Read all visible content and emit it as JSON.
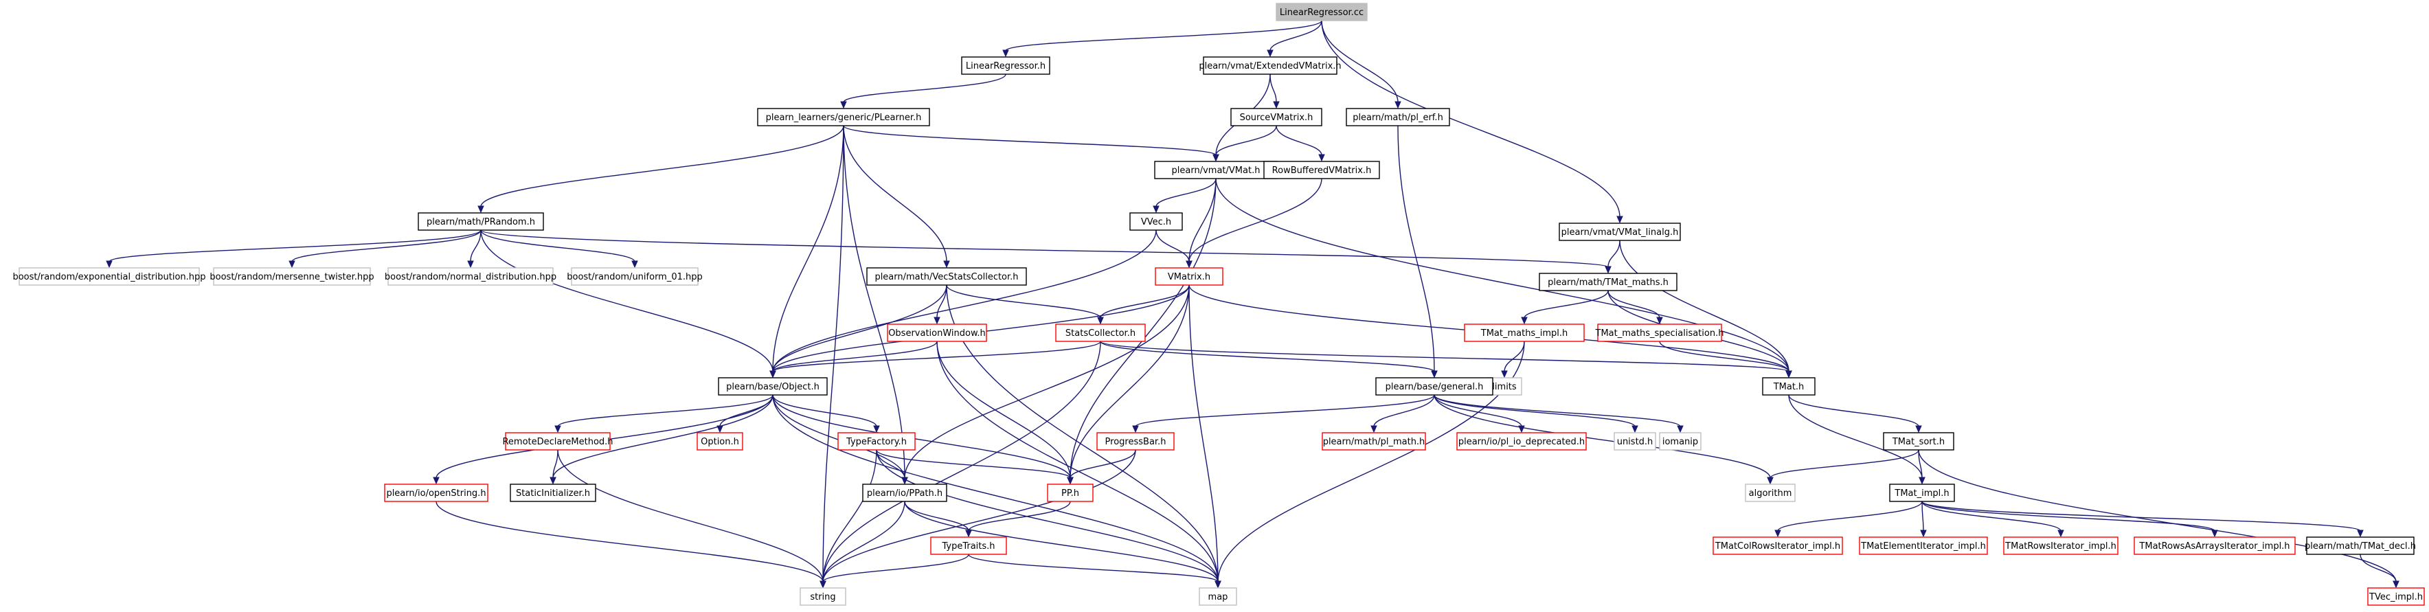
{
  "graph": {
    "colors": {
      "root": "#bfbfbf",
      "normal": "#000000",
      "linked": "#ff0000",
      "external": "#bfbfbf",
      "edge": "#191970"
    },
    "nodes": [
      {
        "id": "n0",
        "label": "LinearRegressor.cc",
        "kind": "root"
      },
      {
        "id": "n1",
        "label": "LinearRegressor.h",
        "kind": "normal"
      },
      {
        "id": "n2",
        "label": "plearn/vmat/ExtendedVMatrix.h",
        "kind": "normal"
      },
      {
        "id": "n3",
        "label": "plearn/math/pl_erf.h",
        "kind": "normal"
      },
      {
        "id": "n4",
        "label": "plearn/vmat/VMat_linalg.h",
        "kind": "normal"
      },
      {
        "id": "n5",
        "label": "plearn_learners/generic/PLearner.h",
        "kind": "normal"
      },
      {
        "id": "n6",
        "label": "SourceVMatrix.h",
        "kind": "normal"
      },
      {
        "id": "n7",
        "label": "plearn/vmat/VMat.h",
        "kind": "normal"
      },
      {
        "id": "n8",
        "label": "RowBufferedVMatrix.h",
        "kind": "normal"
      },
      {
        "id": "n9",
        "label": "plearn/math/PRandom.h",
        "kind": "normal"
      },
      {
        "id": "n10",
        "label": "VVec.h",
        "kind": "normal"
      },
      {
        "id": "n11",
        "label": "boost/random/exponential_distribution.hpp",
        "kind": "external"
      },
      {
        "id": "n12",
        "label": "boost/random/mersenne_twister.hpp",
        "kind": "external"
      },
      {
        "id": "n13",
        "label": "boost/random/normal_distribution.hpp",
        "kind": "external"
      },
      {
        "id": "n14",
        "label": "boost/random/uniform_01.hpp",
        "kind": "external"
      },
      {
        "id": "n15",
        "label": "plearn/math/VecStatsCollector.h",
        "kind": "normal"
      },
      {
        "id": "n16",
        "label": "VMatrix.h",
        "kind": "linked"
      },
      {
        "id": "n17",
        "label": "plearn/math/TMat_maths.h",
        "kind": "normal"
      },
      {
        "id": "n18",
        "label": "ObservationWindow.h",
        "kind": "linked"
      },
      {
        "id": "n19",
        "label": "StatsCollector.h",
        "kind": "linked"
      },
      {
        "id": "n20",
        "label": "TMat_maths_impl.h",
        "kind": "linked"
      },
      {
        "id": "n21",
        "label": "TMat_maths_specialisation.h",
        "kind": "linked"
      },
      {
        "id": "n22",
        "label": "limits",
        "kind": "external"
      },
      {
        "id": "n23",
        "label": "plearn/base/Object.h",
        "kind": "normal"
      },
      {
        "id": "n24",
        "label": "plearn/base/general.h",
        "kind": "normal"
      },
      {
        "id": "n25",
        "label": "TMat.h",
        "kind": "normal"
      },
      {
        "id": "n26",
        "label": "RemoteDeclareMethod.h",
        "kind": "linked"
      },
      {
        "id": "n27",
        "label": "Option.h",
        "kind": "linked"
      },
      {
        "id": "n28",
        "label": "TypeFactory.h",
        "kind": "linked"
      },
      {
        "id": "n29",
        "label": "ProgressBar.h",
        "kind": "linked"
      },
      {
        "id": "n30",
        "label": "plearn/math/pl_math.h",
        "kind": "linked"
      },
      {
        "id": "n31",
        "label": "plearn/io/pl_io_deprecated.h",
        "kind": "linked"
      },
      {
        "id": "n32",
        "label": "unistd.h",
        "kind": "external"
      },
      {
        "id": "n33",
        "label": "iomanip",
        "kind": "external"
      },
      {
        "id": "n34",
        "label": "TMat_sort.h",
        "kind": "normal"
      },
      {
        "id": "n35",
        "label": "plearn/io/openString.h",
        "kind": "linked"
      },
      {
        "id": "n36",
        "label": "StaticInitializer.h",
        "kind": "normal"
      },
      {
        "id": "n37",
        "label": "plearn/io/PPath.h",
        "kind": "normal"
      },
      {
        "id": "n38",
        "label": "PP.h",
        "kind": "linked"
      },
      {
        "id": "n39",
        "label": "algorithm",
        "kind": "external"
      },
      {
        "id": "n40",
        "label": "TMat_impl.h",
        "kind": "normal"
      },
      {
        "id": "n41",
        "label": "TypeTraits.h",
        "kind": "linked"
      },
      {
        "id": "n42",
        "label": "TMatColRowsIterator_impl.h",
        "kind": "linked"
      },
      {
        "id": "n43",
        "label": "TMatElementIterator_impl.h",
        "kind": "linked"
      },
      {
        "id": "n44",
        "label": "TMatRowsIterator_impl.h",
        "kind": "linked"
      },
      {
        "id": "n45",
        "label": "TMatRowsAsArraysIterator_impl.h",
        "kind": "linked"
      },
      {
        "id": "n46",
        "label": "plearn/math/TMat_decl.h",
        "kind": "normal"
      },
      {
        "id": "n47",
        "label": "string",
        "kind": "external"
      },
      {
        "id": "n48",
        "label": "map",
        "kind": "external"
      },
      {
        "id": "n49",
        "label": "TVec_impl.h",
        "kind": "linked"
      }
    ],
    "edges": [
      [
        "n0",
        "n1"
      ],
      [
        "n0",
        "n2"
      ],
      [
        "n0",
        "n3"
      ],
      [
        "n0",
        "n4"
      ],
      [
        "n1",
        "n5"
      ],
      [
        "n2",
        "n6"
      ],
      [
        "n2",
        "n7"
      ],
      [
        "n6",
        "n7"
      ],
      [
        "n6",
        "n8"
      ],
      [
        "n8",
        "n16"
      ],
      [
        "n3",
        "n24"
      ],
      [
        "n4",
        "n17"
      ],
      [
        "n4",
        "n25"
      ],
      [
        "n5",
        "n9"
      ],
      [
        "n5",
        "n7"
      ],
      [
        "n5",
        "n15"
      ],
      [
        "n5",
        "n23"
      ],
      [
        "n5",
        "n37"
      ],
      [
        "n5",
        "n47"
      ],
      [
        "n7",
        "n10"
      ],
      [
        "n7",
        "n16"
      ],
      [
        "n7",
        "n38"
      ],
      [
        "n7",
        "n25"
      ],
      [
        "n9",
        "n11"
      ],
      [
        "n9",
        "n12"
      ],
      [
        "n9",
        "n13"
      ],
      [
        "n9",
        "n14"
      ],
      [
        "n9",
        "n17"
      ],
      [
        "n9",
        "n23"
      ],
      [
        "n10",
        "n16"
      ],
      [
        "n10",
        "n23"
      ],
      [
        "n15",
        "n18"
      ],
      [
        "n15",
        "n19"
      ],
      [
        "n15",
        "n23"
      ],
      [
        "n15",
        "n48"
      ],
      [
        "n16",
        "n19"
      ],
      [
        "n16",
        "n23"
      ],
      [
        "n16",
        "n37"
      ],
      [
        "n16",
        "n38"
      ],
      [
        "n16",
        "n25"
      ],
      [
        "n16",
        "n48"
      ],
      [
        "n17",
        "n20"
      ],
      [
        "n17",
        "n21"
      ],
      [
        "n17",
        "n25"
      ],
      [
        "n18",
        "n23"
      ],
      [
        "n18",
        "n38"
      ],
      [
        "n18",
        "n48"
      ],
      [
        "n19",
        "n23"
      ],
      [
        "n19",
        "n24"
      ],
      [
        "n19",
        "n25"
      ],
      [
        "n19",
        "n47"
      ],
      [
        "n20",
        "n22"
      ],
      [
        "n20",
        "n48"
      ],
      [
        "n21",
        "n25"
      ],
      [
        "n23",
        "n26"
      ],
      [
        "n23",
        "n27"
      ],
      [
        "n23",
        "n28"
      ],
      [
        "n23",
        "n35"
      ],
      [
        "n23",
        "n36"
      ],
      [
        "n23",
        "n37"
      ],
      [
        "n23",
        "n38"
      ],
      [
        "n23",
        "n48"
      ],
      [
        "n24",
        "n29"
      ],
      [
        "n24",
        "n30"
      ],
      [
        "n24",
        "n31"
      ],
      [
        "n24",
        "n32"
      ],
      [
        "n24",
        "n33"
      ],
      [
        "n24",
        "n39"
      ],
      [
        "n25",
        "n34"
      ],
      [
        "n25",
        "n40"
      ],
      [
        "n26",
        "n36"
      ],
      [
        "n26",
        "n47"
      ],
      [
        "n28",
        "n37"
      ],
      [
        "n28",
        "n38"
      ],
      [
        "n28",
        "n47"
      ],
      [
        "n28",
        "n48"
      ],
      [
        "n29",
        "n38"
      ],
      [
        "n29",
        "n47"
      ],
      [
        "n34",
        "n39"
      ],
      [
        "n34",
        "n40"
      ],
      [
        "n34",
        "n49"
      ],
      [
        "n35",
        "n47"
      ],
      [
        "n37",
        "n41"
      ],
      [
        "n37",
        "n47"
      ],
      [
        "n37",
        "n48"
      ],
      [
        "n38",
        "n41"
      ],
      [
        "n40",
        "n42"
      ],
      [
        "n40",
        "n43"
      ],
      [
        "n40",
        "n44"
      ],
      [
        "n40",
        "n45"
      ],
      [
        "n40",
        "n46"
      ],
      [
        "n41",
        "n47"
      ],
      [
        "n41",
        "n48"
      ],
      [
        "n46",
        "n49"
      ]
    ]
  }
}
